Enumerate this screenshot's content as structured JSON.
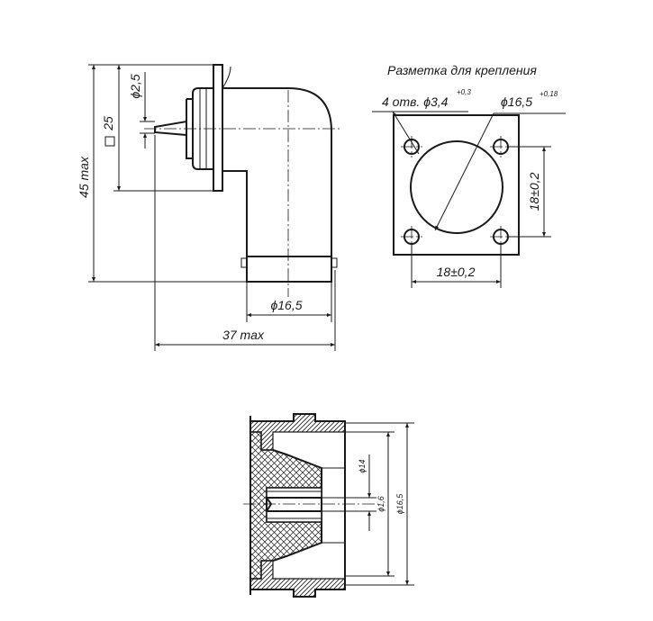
{
  "side_view": {
    "height_label": "45 max",
    "square_label": "25",
    "pin_label": "ϕ2,5",
    "outlet_diameter_label": "ϕ16,5",
    "width_label": "37 max"
  },
  "mounting_layout": {
    "title": "Разметка для крепления",
    "holes_label": "4 отв. ϕ3,4",
    "holes_tolerance": "+0,3",
    "center_diameter_label": "ϕ16,5",
    "center_diameter_tolerance": "+0,18",
    "vertical_spacing_label": "18±0,2",
    "horizontal_spacing_label": "18±0,2"
  },
  "section_view": {
    "inner_diameter_label": "ϕ14",
    "pin_diameter_label": "ϕ1,6",
    "outer_diameter_label": "ϕ16,5"
  }
}
